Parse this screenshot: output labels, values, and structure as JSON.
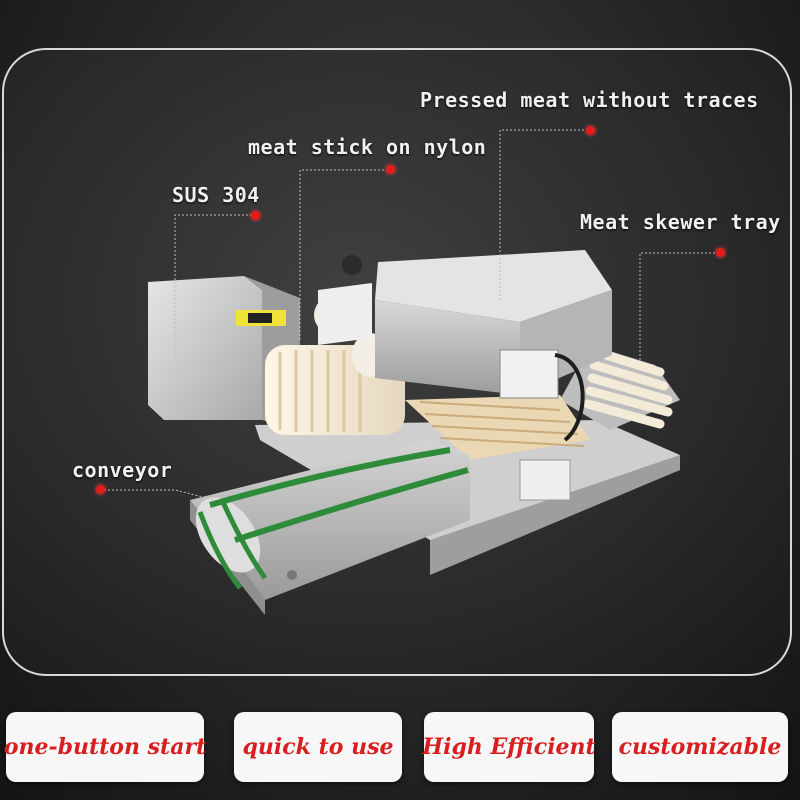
{
  "callouts": {
    "pressed_meat": "Pressed meat without traces",
    "meat_stick": "meat stick on nylon",
    "sus": "SUS 304",
    "skewer_tray": "Meat skewer tray",
    "conveyor": "conveyor"
  },
  "features": [
    {
      "label": "one-button start"
    },
    {
      "label": "quick to use"
    },
    {
      "label": "High Efficient"
    },
    {
      "label": "customizable"
    }
  ],
  "colors": {
    "accent": "#d81e1e",
    "dot": "#e41b1b",
    "belt_stripe": "#2e8b3a",
    "steel": "#c9c9c9"
  }
}
